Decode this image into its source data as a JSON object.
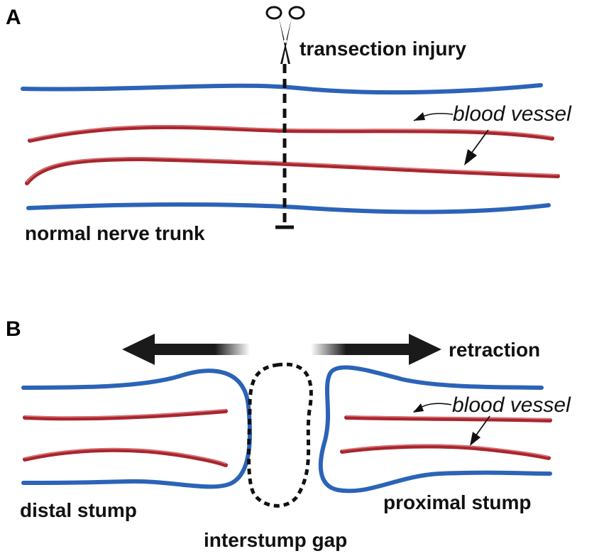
{
  "panel_a": {
    "letter": "A",
    "injury_label": "transection injury",
    "vessel_label": "blood vessel",
    "trunk_label": "normal nerve trunk"
  },
  "panel_b": {
    "letter": "B",
    "retraction_label": "retraction",
    "vessel_label": "blood vessel",
    "distal_label": "distal stump",
    "proximal_label": "proximal stump",
    "gap_label": "interstump gap"
  },
  "colors": {
    "nerve": "#2b63b8",
    "vessel": "#a8262e",
    "arrow": "#1a1a1a",
    "text": "#111111"
  },
  "icons": {
    "cut_tool": "scissors-icon"
  }
}
